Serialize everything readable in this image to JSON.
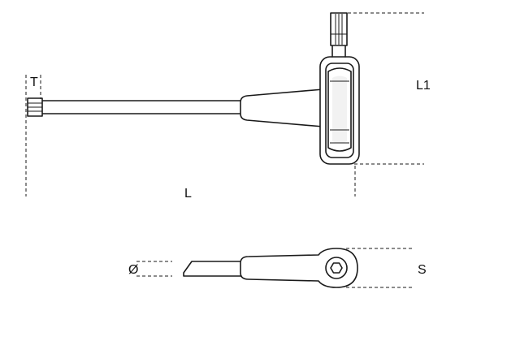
{
  "labels": {
    "tip_width": "T",
    "short_arm_length": "L1",
    "long_arm_length": "L",
    "diameter": "Ø",
    "handle_thickness": "S"
  },
  "colors": {
    "line": "#1a1a1a",
    "background": "#ffffff"
  }
}
